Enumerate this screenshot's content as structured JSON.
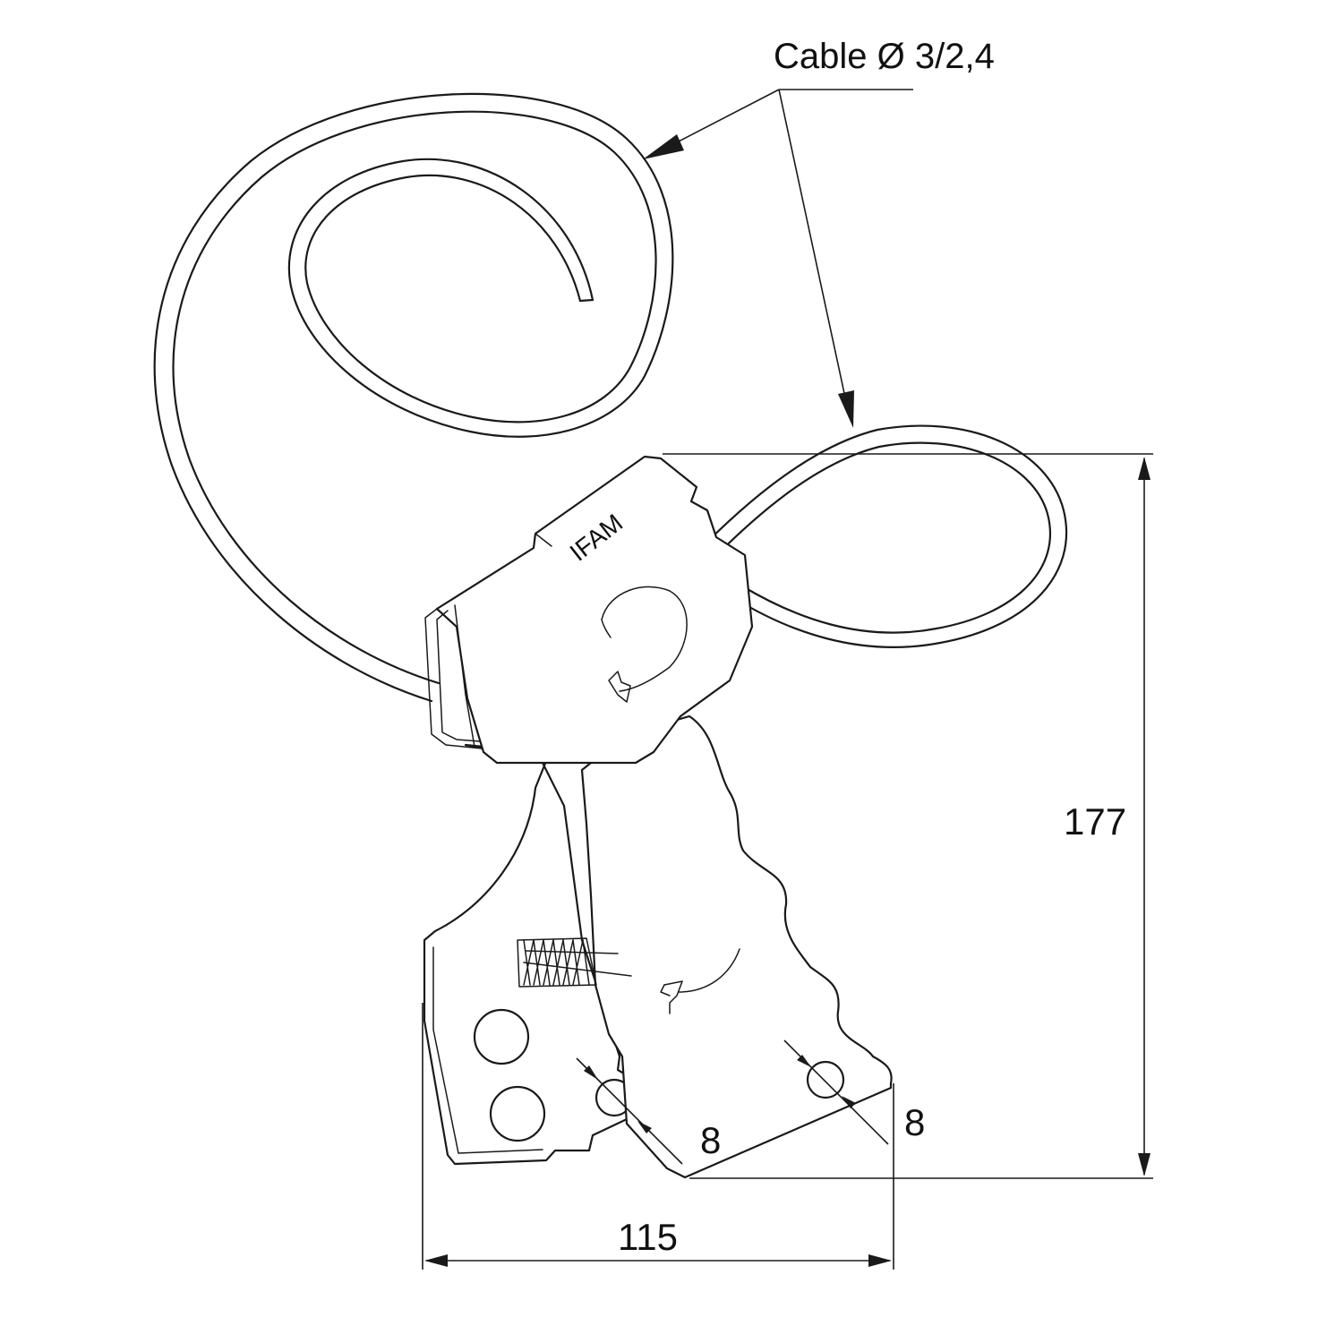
{
  "labels": {
    "cable": "Cable Ø 3/2,4",
    "brand": "IFAM",
    "height": "177",
    "width": "115",
    "hole_left": "8",
    "hole_right": "8"
  }
}
